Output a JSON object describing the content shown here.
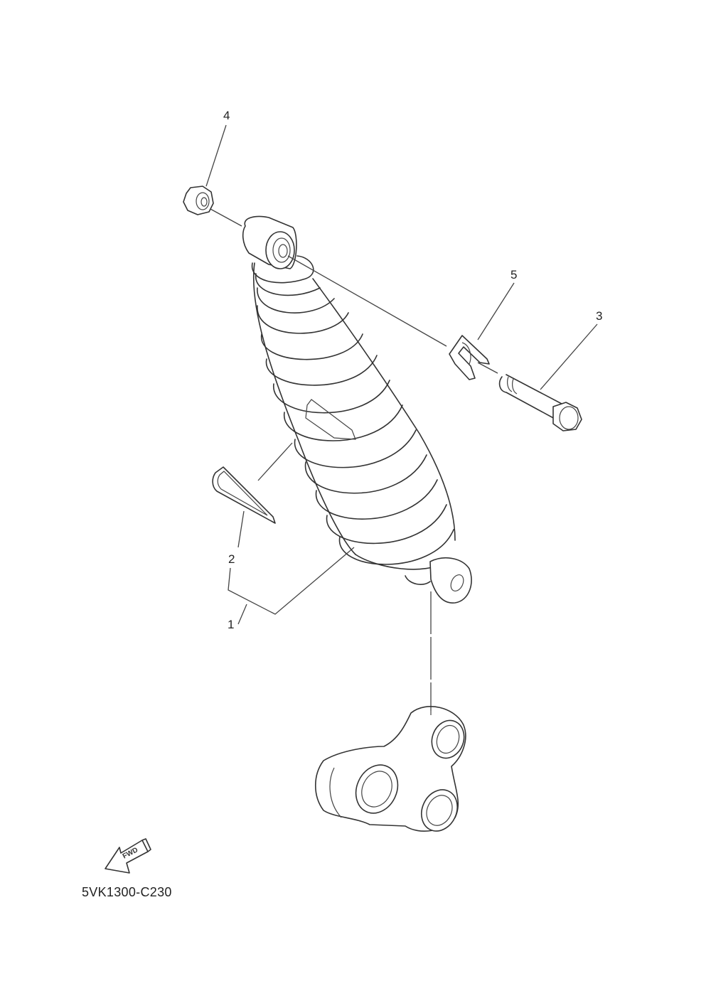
{
  "diagram": {
    "type": "exploded-parts-view",
    "subject": "rear shock absorber assembly",
    "drawing_code": "5VK1300-C230",
    "direction_marker": "FWD",
    "callouts": [
      {
        "id": "1",
        "label": "1",
        "part": "rear shock absorber assembly"
      },
      {
        "id": "2",
        "label": "2",
        "part": "label / decal"
      },
      {
        "id": "3",
        "label": "3",
        "part": "bolt"
      },
      {
        "id": "4",
        "label": "4",
        "part": "nut"
      },
      {
        "id": "5",
        "label": "5",
        "part": "clip / collar"
      }
    ]
  },
  "colors": {
    "line": "#333333",
    "background": "#ffffff"
  }
}
